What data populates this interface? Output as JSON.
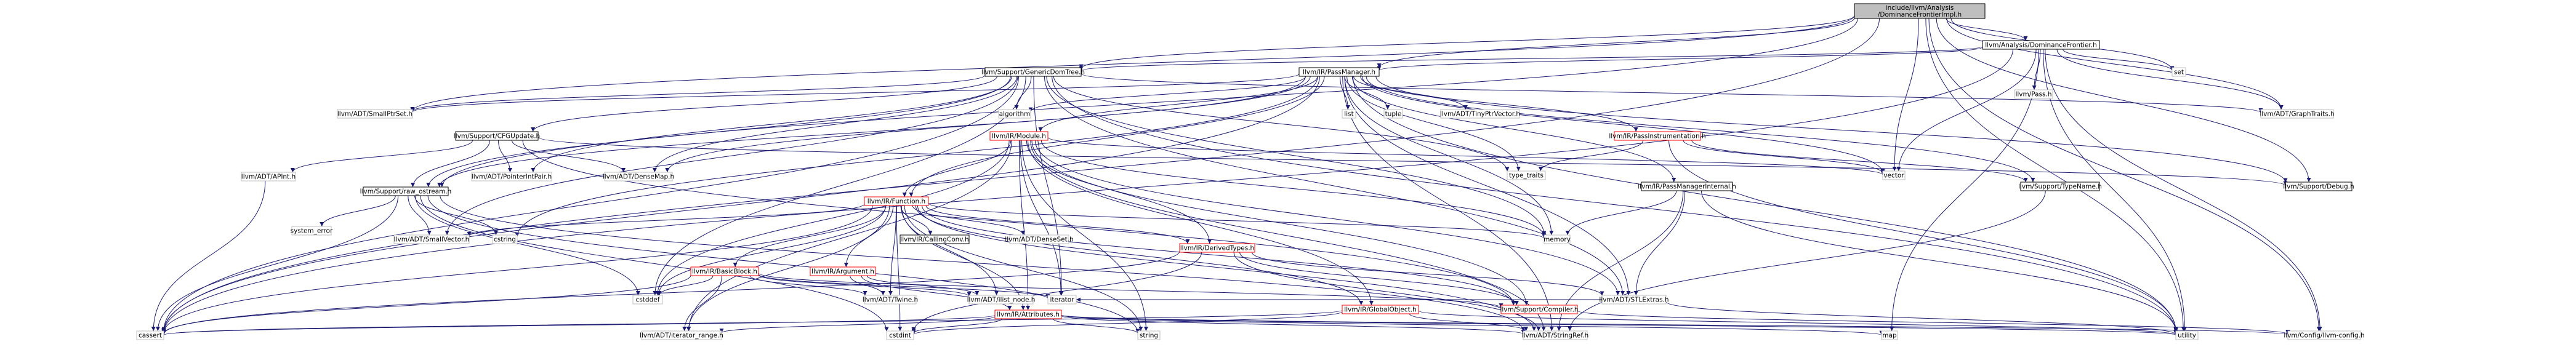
{
  "graph": {
    "nodes": [
      {
        "id": "root",
        "label": [
          "include/llvm/Analysis",
          "/DominanceFrontierImpl.h"
        ],
        "style": "root"
      },
      {
        "id": "df",
        "label": [
          "llvm/Analysis/DominanceFrontier.h"
        ],
        "style": "linked"
      },
      {
        "id": "gdt",
        "label": [
          "llvm/Support/GenericDomTree.h"
        ],
        "style": "linked"
      },
      {
        "id": "pm",
        "label": [
          "llvm/IR/PassManager.h"
        ],
        "style": "linked"
      },
      {
        "id": "pass",
        "label": [
          "llvm/Pass.h"
        ],
        "style": "plain"
      },
      {
        "id": "set",
        "label": [
          "set"
        ],
        "style": "plain"
      },
      {
        "id": "sptrset",
        "label": [
          "llvm/ADT/SmallPtrSet.h"
        ],
        "style": "plain"
      },
      {
        "id": "cfgupd",
        "label": [
          "llvm/Support/CFGUpdate.h"
        ],
        "style": "linked"
      },
      {
        "id": "algorithm",
        "label": [
          "algorithm"
        ],
        "style": "plain"
      },
      {
        "id": "module",
        "label": [
          "llvm/IR/Module.h"
        ],
        "style": "highlight"
      },
      {
        "id": "list",
        "label": [
          "list"
        ],
        "style": "plain"
      },
      {
        "id": "tuple",
        "label": [
          "tuple"
        ],
        "style": "plain"
      },
      {
        "id": "tinyptr",
        "label": [
          "llvm/ADT/TinyPtrVector.h"
        ],
        "style": "plain"
      },
      {
        "id": "instr",
        "label": [
          "llvm/IR/PassInstrumentation.h"
        ],
        "style": "highlight"
      },
      {
        "id": "graphtraits",
        "label": [
          "llvm/ADT/GraphTraits.h"
        ],
        "style": "plain"
      },
      {
        "id": "apint",
        "label": [
          "llvm/ADT/APInt.h"
        ],
        "style": "plain"
      },
      {
        "id": "ptrintpair",
        "label": [
          "llvm/ADT/PointerIntPair.h"
        ],
        "style": "plain"
      },
      {
        "id": "densemap",
        "label": [
          "llvm/ADT/DenseMap.h"
        ],
        "style": "plain"
      },
      {
        "id": "rawos",
        "label": [
          "llvm/Support/raw_ostream.h"
        ],
        "style": "linked"
      },
      {
        "id": "typetraits",
        "label": [
          "type_traits"
        ],
        "style": "plain"
      },
      {
        "id": "vector",
        "label": [
          "vector"
        ],
        "style": "plain"
      },
      {
        "id": "pmint",
        "label": [
          "llvm/IR/PassManagerInternal.h"
        ],
        "style": "linked"
      },
      {
        "id": "typename",
        "label": [
          "llvm/Support/TypeName.h"
        ],
        "style": "linked"
      },
      {
        "id": "debug",
        "label": [
          "llvm/Support/Debug.h"
        ],
        "style": "linked"
      },
      {
        "id": "function",
        "label": [
          "llvm/IR/Function.h"
        ],
        "style": "highlight"
      },
      {
        "id": "syserr",
        "label": [
          "system_error"
        ],
        "style": "plain"
      },
      {
        "id": "smallvec",
        "label": [
          "llvm/ADT/SmallVector.h"
        ],
        "style": "plain"
      },
      {
        "id": "cstring",
        "label": [
          "cstring"
        ],
        "style": "plain"
      },
      {
        "id": "callconv",
        "label": [
          "llvm/IR/CallingConv.h"
        ],
        "style": "linked"
      },
      {
        "id": "denseset",
        "label": [
          "llvm/ADT/DenseSet.h"
        ],
        "style": "plain"
      },
      {
        "id": "derived",
        "label": [
          "llvm/IR/DerivedTypes.h"
        ],
        "style": "highlight"
      },
      {
        "id": "memory",
        "label": [
          "memory"
        ],
        "style": "plain"
      },
      {
        "id": "bb",
        "label": [
          "llvm/IR/BasicBlock.h"
        ],
        "style": "highlight"
      },
      {
        "id": "argument",
        "label": [
          "llvm/IR/Argument.h"
        ],
        "style": "highlight"
      },
      {
        "id": "twine",
        "label": [
          "llvm/ADT/Twine.h"
        ],
        "style": "plain"
      },
      {
        "id": "ilist",
        "label": [
          "llvm/ADT/ilist_node.h"
        ],
        "style": "plain"
      },
      {
        "id": "cstddef",
        "label": [
          "cstddef"
        ],
        "style": "plain"
      },
      {
        "id": "iterator",
        "label": [
          "iterator"
        ],
        "style": "plain"
      },
      {
        "id": "attrs",
        "label": [
          "llvm/IR/Attributes.h"
        ],
        "style": "highlight"
      },
      {
        "id": "globalobj",
        "label": [
          "llvm/IR/GlobalObject.h"
        ],
        "style": "highlight"
      },
      {
        "id": "compiler",
        "label": [
          "llvm/Support/Compiler.h"
        ],
        "style": "highlight"
      },
      {
        "id": "stlextras",
        "label": [
          "llvm/ADT/STLExtras.h"
        ],
        "style": "plain"
      },
      {
        "id": "cassert",
        "label": [
          "cassert"
        ],
        "style": "plain"
      },
      {
        "id": "iterrange",
        "label": [
          "llvm/ADT/iterator_range.h"
        ],
        "style": "plain"
      },
      {
        "id": "cstdint",
        "label": [
          "cstdint"
        ],
        "style": "plain"
      },
      {
        "id": "string",
        "label": [
          "string"
        ],
        "style": "plain"
      },
      {
        "id": "stringref",
        "label": [
          "llvm/ADT/StringRef.h"
        ],
        "style": "plain"
      },
      {
        "id": "map",
        "label": [
          "map"
        ],
        "style": "plain"
      },
      {
        "id": "utility",
        "label": [
          "utility"
        ],
        "style": "plain"
      },
      {
        "id": "config",
        "label": [
          "llvm/Config/llvm-config.h"
        ],
        "style": "plain"
      }
    ],
    "edges": [
      [
        "root",
        "df"
      ],
      [
        "root",
        "gdt"
      ],
      [
        "root",
        "set"
      ],
      [
        "root",
        "pm"
      ],
      [
        "root",
        "debug"
      ],
      [
        "root",
        "graphtraits"
      ],
      [
        "root",
        "vector"
      ],
      [
        "root",
        "utility"
      ],
      [
        "root",
        "cassert"
      ],
      [
        "root",
        "rawos"
      ],
      [
        "root",
        "sptrset"
      ],
      [
        "root",
        "config"
      ],
      [
        "df",
        "gdt"
      ],
      [
        "df",
        "pm"
      ],
      [
        "df",
        "pass"
      ],
      [
        "df",
        "set"
      ],
      [
        "df",
        "graphtraits"
      ],
      [
        "df",
        "vector"
      ],
      [
        "df",
        "utility"
      ],
      [
        "df",
        "map"
      ],
      [
        "df",
        "cassert"
      ],
      [
        "df",
        "config"
      ],
      [
        "gdt",
        "sptrset"
      ],
      [
        "gdt",
        "cfgupd"
      ],
      [
        "gdt",
        "algorithm"
      ],
      [
        "gdt",
        "graphtraits"
      ],
      [
        "gdt",
        "ptrintpair"
      ],
      [
        "gdt",
        "densemap"
      ],
      [
        "gdt",
        "rawos"
      ],
      [
        "gdt",
        "smallvec"
      ],
      [
        "gdt",
        "stlextras"
      ],
      [
        "gdt",
        "iterator"
      ],
      [
        "gdt",
        "memory"
      ],
      [
        "gdt",
        "typetraits"
      ],
      [
        "gdt",
        "utility"
      ],
      [
        "gdt",
        "cassert"
      ],
      [
        "gdt",
        "cstddef"
      ],
      [
        "pm",
        "module"
      ],
      [
        "pm",
        "instr"
      ],
      [
        "pm",
        "pmint"
      ],
      [
        "pm",
        "function"
      ],
      [
        "pm",
        "sptrset"
      ],
      [
        "pm",
        "list"
      ],
      [
        "pm",
        "tuple"
      ],
      [
        "pm",
        "tinyptr"
      ],
      [
        "pm",
        "typename"
      ],
      [
        "pm",
        "rawos"
      ],
      [
        "pm",
        "debug"
      ],
      [
        "pm",
        "densemap"
      ],
      [
        "pm",
        "typetraits"
      ],
      [
        "pm",
        "vector"
      ],
      [
        "pm",
        "memory"
      ],
      [
        "pm",
        "algorithm"
      ],
      [
        "pm",
        "cstring"
      ],
      [
        "pm",
        "stlextras"
      ],
      [
        "pm",
        "stringref"
      ],
      [
        "pm",
        "cassert"
      ],
      [
        "pm",
        "utility"
      ],
      [
        "cfgupd",
        "apint"
      ],
      [
        "cfgupd",
        "densemap"
      ],
      [
        "cfgupd",
        "ptrintpair"
      ],
      [
        "cfgupd",
        "rawos"
      ],
      [
        "cfgupd",
        "compiler"
      ],
      [
        "cfgupd",
        "debug"
      ],
      [
        "module",
        "function"
      ],
      [
        "module",
        "attrs"
      ],
      [
        "module",
        "globalobj"
      ],
      [
        "module",
        "derived"
      ],
      [
        "module",
        "compiler"
      ],
      [
        "module",
        "stringref"
      ],
      [
        "module",
        "iterator"
      ],
      [
        "module",
        "memory"
      ],
      [
        "module",
        "cstddef"
      ],
      [
        "module",
        "string"
      ],
      [
        "module",
        "vector"
      ],
      [
        "module",
        "stlextras"
      ],
      [
        "module",
        "iterrange"
      ],
      [
        "instr",
        "typetraits"
      ],
      [
        "instr",
        "typename"
      ],
      [
        "instr",
        "vector"
      ],
      [
        "instr",
        "utility"
      ],
      [
        "pmint",
        "memory"
      ],
      [
        "pmint",
        "utility"
      ],
      [
        "pmint",
        "stlextras"
      ],
      [
        "pmint",
        "stringref"
      ],
      [
        "typename",
        "stringref"
      ],
      [
        "function",
        "bb"
      ],
      [
        "function",
        "argument"
      ],
      [
        "function",
        "attrs"
      ],
      [
        "function",
        "callconv"
      ],
      [
        "function",
        "denseset"
      ],
      [
        "function",
        "derived"
      ],
      [
        "function",
        "globalobj"
      ],
      [
        "function",
        "compiler"
      ],
      [
        "function",
        "memory"
      ],
      [
        "function",
        "cstddef"
      ],
      [
        "function",
        "cstdint"
      ],
      [
        "function",
        "string"
      ],
      [
        "function",
        "twine"
      ],
      [
        "function",
        "ilist"
      ],
      [
        "function",
        "iterrange"
      ],
      [
        "function",
        "stringref"
      ],
      [
        "function",
        "cassert"
      ],
      [
        "function",
        "smallvec"
      ],
      [
        "rawos",
        "syserr"
      ],
      [
        "rawos",
        "smallvec"
      ],
      [
        "rawos",
        "cstring"
      ],
      [
        "rawos",
        "stringref"
      ],
      [
        "rawos",
        "cassert"
      ],
      [
        "rawos",
        "cstddef"
      ],
      [
        "rawos",
        "cstdint"
      ],
      [
        "rawos",
        "string"
      ],
      [
        "derived",
        "compiler"
      ],
      [
        "derived",
        "stlextras"
      ],
      [
        "derived",
        "stringref"
      ],
      [
        "derived",
        "cassert"
      ],
      [
        "derived",
        "cstdint"
      ],
      [
        "bb",
        "twine"
      ],
      [
        "bb",
        "ilist"
      ],
      [
        "bb",
        "iterator"
      ],
      [
        "bb",
        "compiler"
      ],
      [
        "bb",
        "cassert"
      ],
      [
        "bb",
        "cstddef"
      ],
      [
        "bb",
        "iterrange"
      ],
      [
        "argument",
        "twine"
      ],
      [
        "argument",
        "ilist"
      ],
      [
        "argument",
        "attrs"
      ],
      [
        "attrs",
        "stringref"
      ],
      [
        "attrs",
        "iterrange"
      ],
      [
        "attrs",
        "cassert"
      ],
      [
        "attrs",
        "cstdint"
      ],
      [
        "attrs",
        "string"
      ],
      [
        "attrs",
        "utility"
      ],
      [
        "attrs",
        "map"
      ],
      [
        "attrs",
        "config"
      ],
      [
        "globalobj",
        "stringref"
      ],
      [
        "globalobj",
        "cassert"
      ],
      [
        "globalobj",
        "cstdint"
      ],
      [
        "globalobj",
        "utility"
      ],
      [
        "compiler",
        "config"
      ],
      [
        "stlextras",
        "iterator"
      ],
      [
        "stlextras",
        "utility"
      ],
      [
        "apint",
        "cassert"
      ]
    ],
    "colors": {
      "root_fill": "#bfbfbf",
      "node_fill": "#ffffff",
      "node_border": "#000000",
      "plain_border": "#bfbfbf",
      "highlight_border": "#ff0000",
      "edge": "#191970",
      "text": "#000000"
    }
  }
}
